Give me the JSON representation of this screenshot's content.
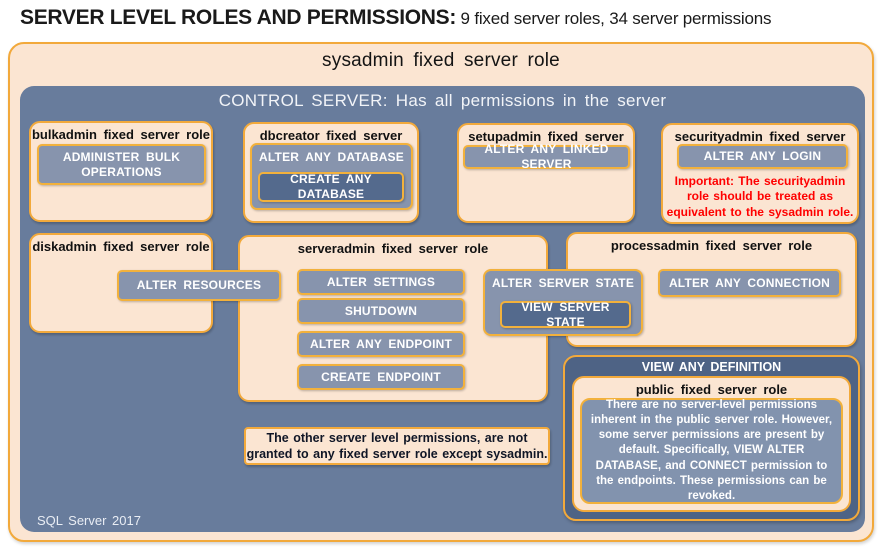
{
  "header": {
    "title_bold": "SERVER LEVEL ROLES AND PERMISSIONS:",
    "title_rest": " 9 fixed server roles, 34 server permissions"
  },
  "sysadmin": {
    "title": "sysadmin fixed server role"
  },
  "control_server": {
    "title": "CONTROL SERVER: Has all permissions in the server",
    "footer": "SQL Server 2017"
  },
  "roles": {
    "bulkadmin": {
      "title": "bulkadmin fixed server role",
      "permissions": [
        "ADMINISTER BULK OPERATIONS"
      ]
    },
    "dbcreator": {
      "title": "dbcreator fixed server role",
      "permissions": [
        "ALTER ANY DATABASE",
        "CREATE ANY DATABASE"
      ]
    },
    "setupadmin": {
      "title": "setupadmin fixed server role",
      "permissions": [
        "ALTER ANY LINKED SERVER"
      ]
    },
    "securityadmin": {
      "title": "securityadmin fixed server role",
      "permissions": [
        "ALTER ANY LOGIN"
      ],
      "warning": "Important: The securityadmin role should be treated as equivalent to the sysadmin role."
    },
    "diskadmin": {
      "title": "diskadmin fixed server role",
      "permissions": [
        "ALTER RESOURCES"
      ]
    },
    "serveradmin": {
      "title": "serveradmin fixed server role",
      "permissions": [
        "ALTER SETTINGS",
        "SHUTDOWN",
        "ALTER ANY ENDPOINT",
        "CREATE ENDPOINT"
      ]
    },
    "processadmin": {
      "title": "processadmin fixed server role",
      "permissions": [
        "ALTER ANY CONNECTION"
      ]
    },
    "public": {
      "title": "public fixed server role",
      "description": "There are no server-level permissions inherent in the public server role. However, some server permissions are present by default. Specifically, VIEW ALTER DATABASE, and CONNECT permission to the endpoints. These permissions can be revoked."
    }
  },
  "shared_permissions": {
    "alter_server_state": "ALTER SERVER STATE",
    "view_server_state": "VIEW SERVER STATE",
    "view_any_definition": "VIEW ANY DEFINITION"
  },
  "note": "The other server level permissions, are not granted to any fixed server role except sysadmin.",
  "colors": {
    "peach": "#FBE5D2",
    "gold_border": "#F2A93B",
    "blue_background": "#687C9C",
    "permission_fill": "#8794AD",
    "permission_fill_dark": "#546A8D",
    "view_any_definition_fill": "#4E6385",
    "warning_red": "#FF0000"
  }
}
